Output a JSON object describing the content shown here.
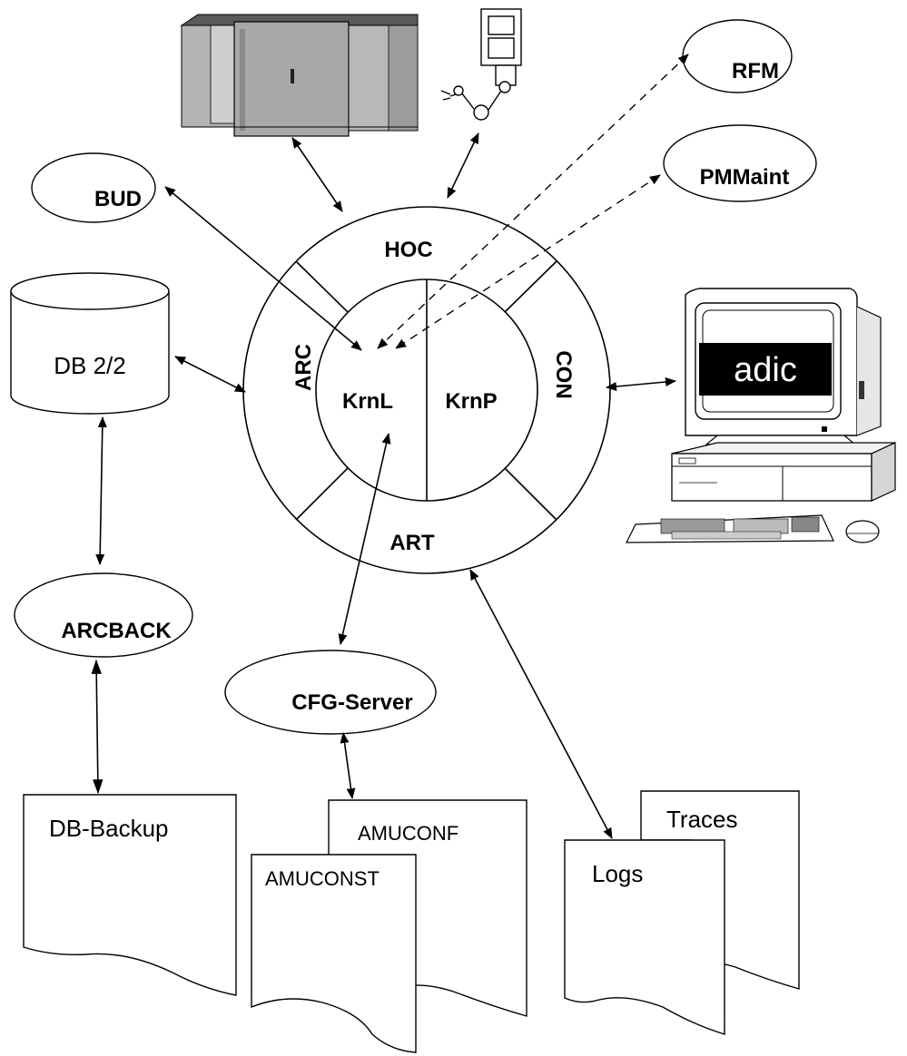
{
  "core": {
    "outer_ring_segments": [
      "HOC",
      "ARC",
      "CON",
      "ART"
    ],
    "inner_kernels": [
      "KrnL",
      "KrnP"
    ]
  },
  "components": {
    "bud": "BUD",
    "rfm": "RFM",
    "pmmaint": "PMMaint",
    "arcback": "ARCBACK",
    "cfg_server": "CFG-Server"
  },
  "database": {
    "label": "DB 2/2"
  },
  "documents": {
    "db_backup": "DB-Backup",
    "amuconf": "AMUCONF",
    "amuconst": "AMUCONST",
    "traces": "Traces",
    "logs": "Logs"
  },
  "console": {
    "brand": "adic"
  },
  "icons": [
    "tape-library-icon",
    "robot-arm-icon",
    "workstation-icon",
    "database-cylinder-icon",
    "document-icon"
  ]
}
